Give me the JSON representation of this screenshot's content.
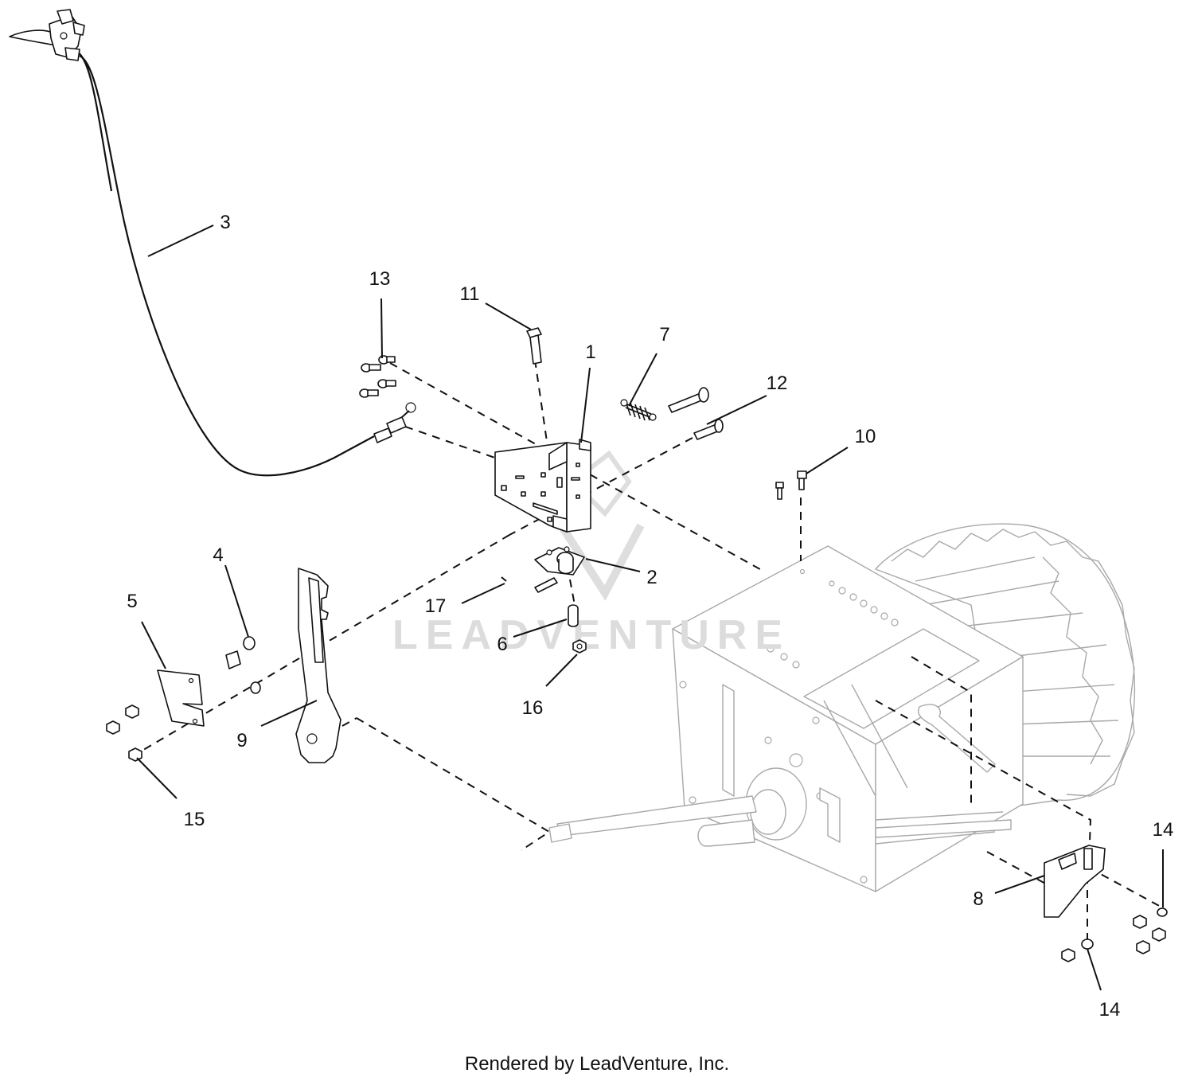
{
  "watermark": "LEADVENTURE",
  "footer": "Rendered by LeadVenture, Inc.",
  "callouts": {
    "c1": "1",
    "c2": "2",
    "c3": "3",
    "c4": "4",
    "c5": "5",
    "c6": "6",
    "c7": "7",
    "c8": "8",
    "c9": "9",
    "c10": "10",
    "c11": "11",
    "c12": "12",
    "c13": "13",
    "c14a": "14",
    "c14b": "14",
    "c15": "15",
    "c16": "16",
    "c17": "17"
  },
  "colors": {
    "line": "#111111",
    "ghost": "#a8a8a8",
    "watermark": "#dcdcdc"
  }
}
